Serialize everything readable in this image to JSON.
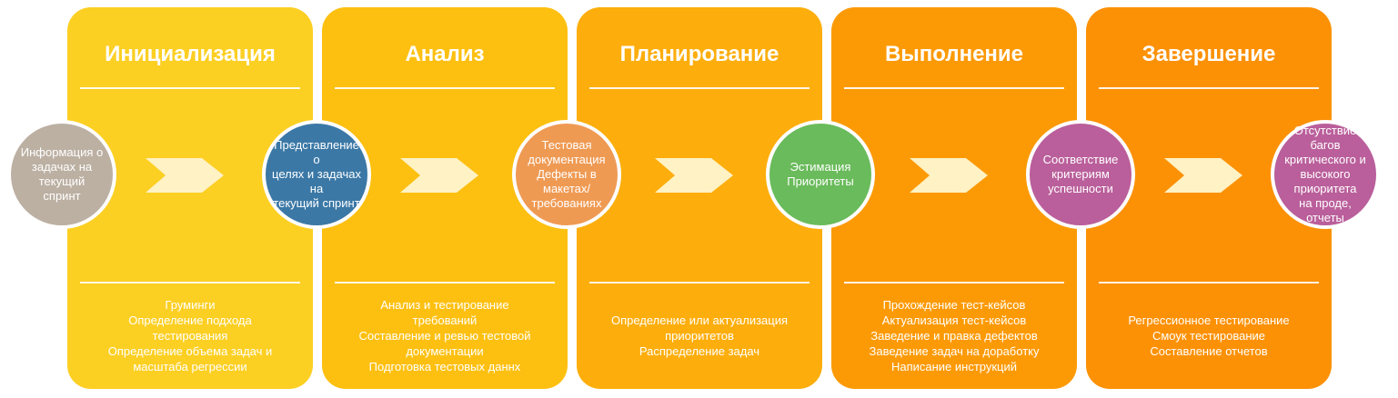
{
  "phases": [
    {
      "title": "Инициализация",
      "color": "#FCCF23",
      "items": [
        "Груминги",
        "Определение подхода",
        "тестирования",
        "Определение объема задач и",
        "масштаба регрессии"
      ]
    },
    {
      "title": "Анализ",
      "color": "#FDC011",
      "items": [
        "Анализ и тестирование",
        "требований",
        "Составление и ревью тестовой",
        "документации",
        "Подготовка тестовых даннх"
      ]
    },
    {
      "title": "Планирование",
      "color": "#FDAE0C",
      "items": [
        "Определение или актуализация",
        "приоритетов",
        "Распределение задач"
      ]
    },
    {
      "title": "Выполнение",
      "color": "#FC9A06",
      "items": [
        "Прохождение тест-кейсов",
        "Актуализация тест-кейсов",
        "Заведение и правка дефектов",
        "Заведение задач на доработку",
        "Написание инструкций"
      ]
    },
    {
      "title": "Завершение",
      "color": "#FC9106",
      "items": [
        "Регрессионное тестирование",
        "Смоук тестирование",
        "Составление отчетов"
      ]
    }
  ],
  "circles": [
    {
      "lines": [
        "Информация о",
        "задачах на текущий",
        "спринт"
      ],
      "color": "#BCB0A3"
    },
    {
      "lines": [
        "Представление о",
        "целях и задачах на",
        "текущий спринт"
      ],
      "color": "#3B78A6"
    },
    {
      "lines": [
        "Тестовая",
        "документация",
        "Дефекты в макетах/",
        "требованиях"
      ],
      "color": "#EF9A53"
    },
    {
      "lines": [
        "Эстимация",
        "Приоритеты"
      ],
      "color": "#6ABB5B"
    },
    {
      "lines": [
        "Соответствие",
        "критериям",
        "успешности"
      ],
      "color": "#BA5F9B"
    },
    {
      "lines": [
        "Отсутствие багов",
        "критического и",
        "высокого приоритета",
        "на проде, отчеты"
      ],
      "color": "#BA5F9B"
    }
  ],
  "arrow_color": "#FFF2C4"
}
